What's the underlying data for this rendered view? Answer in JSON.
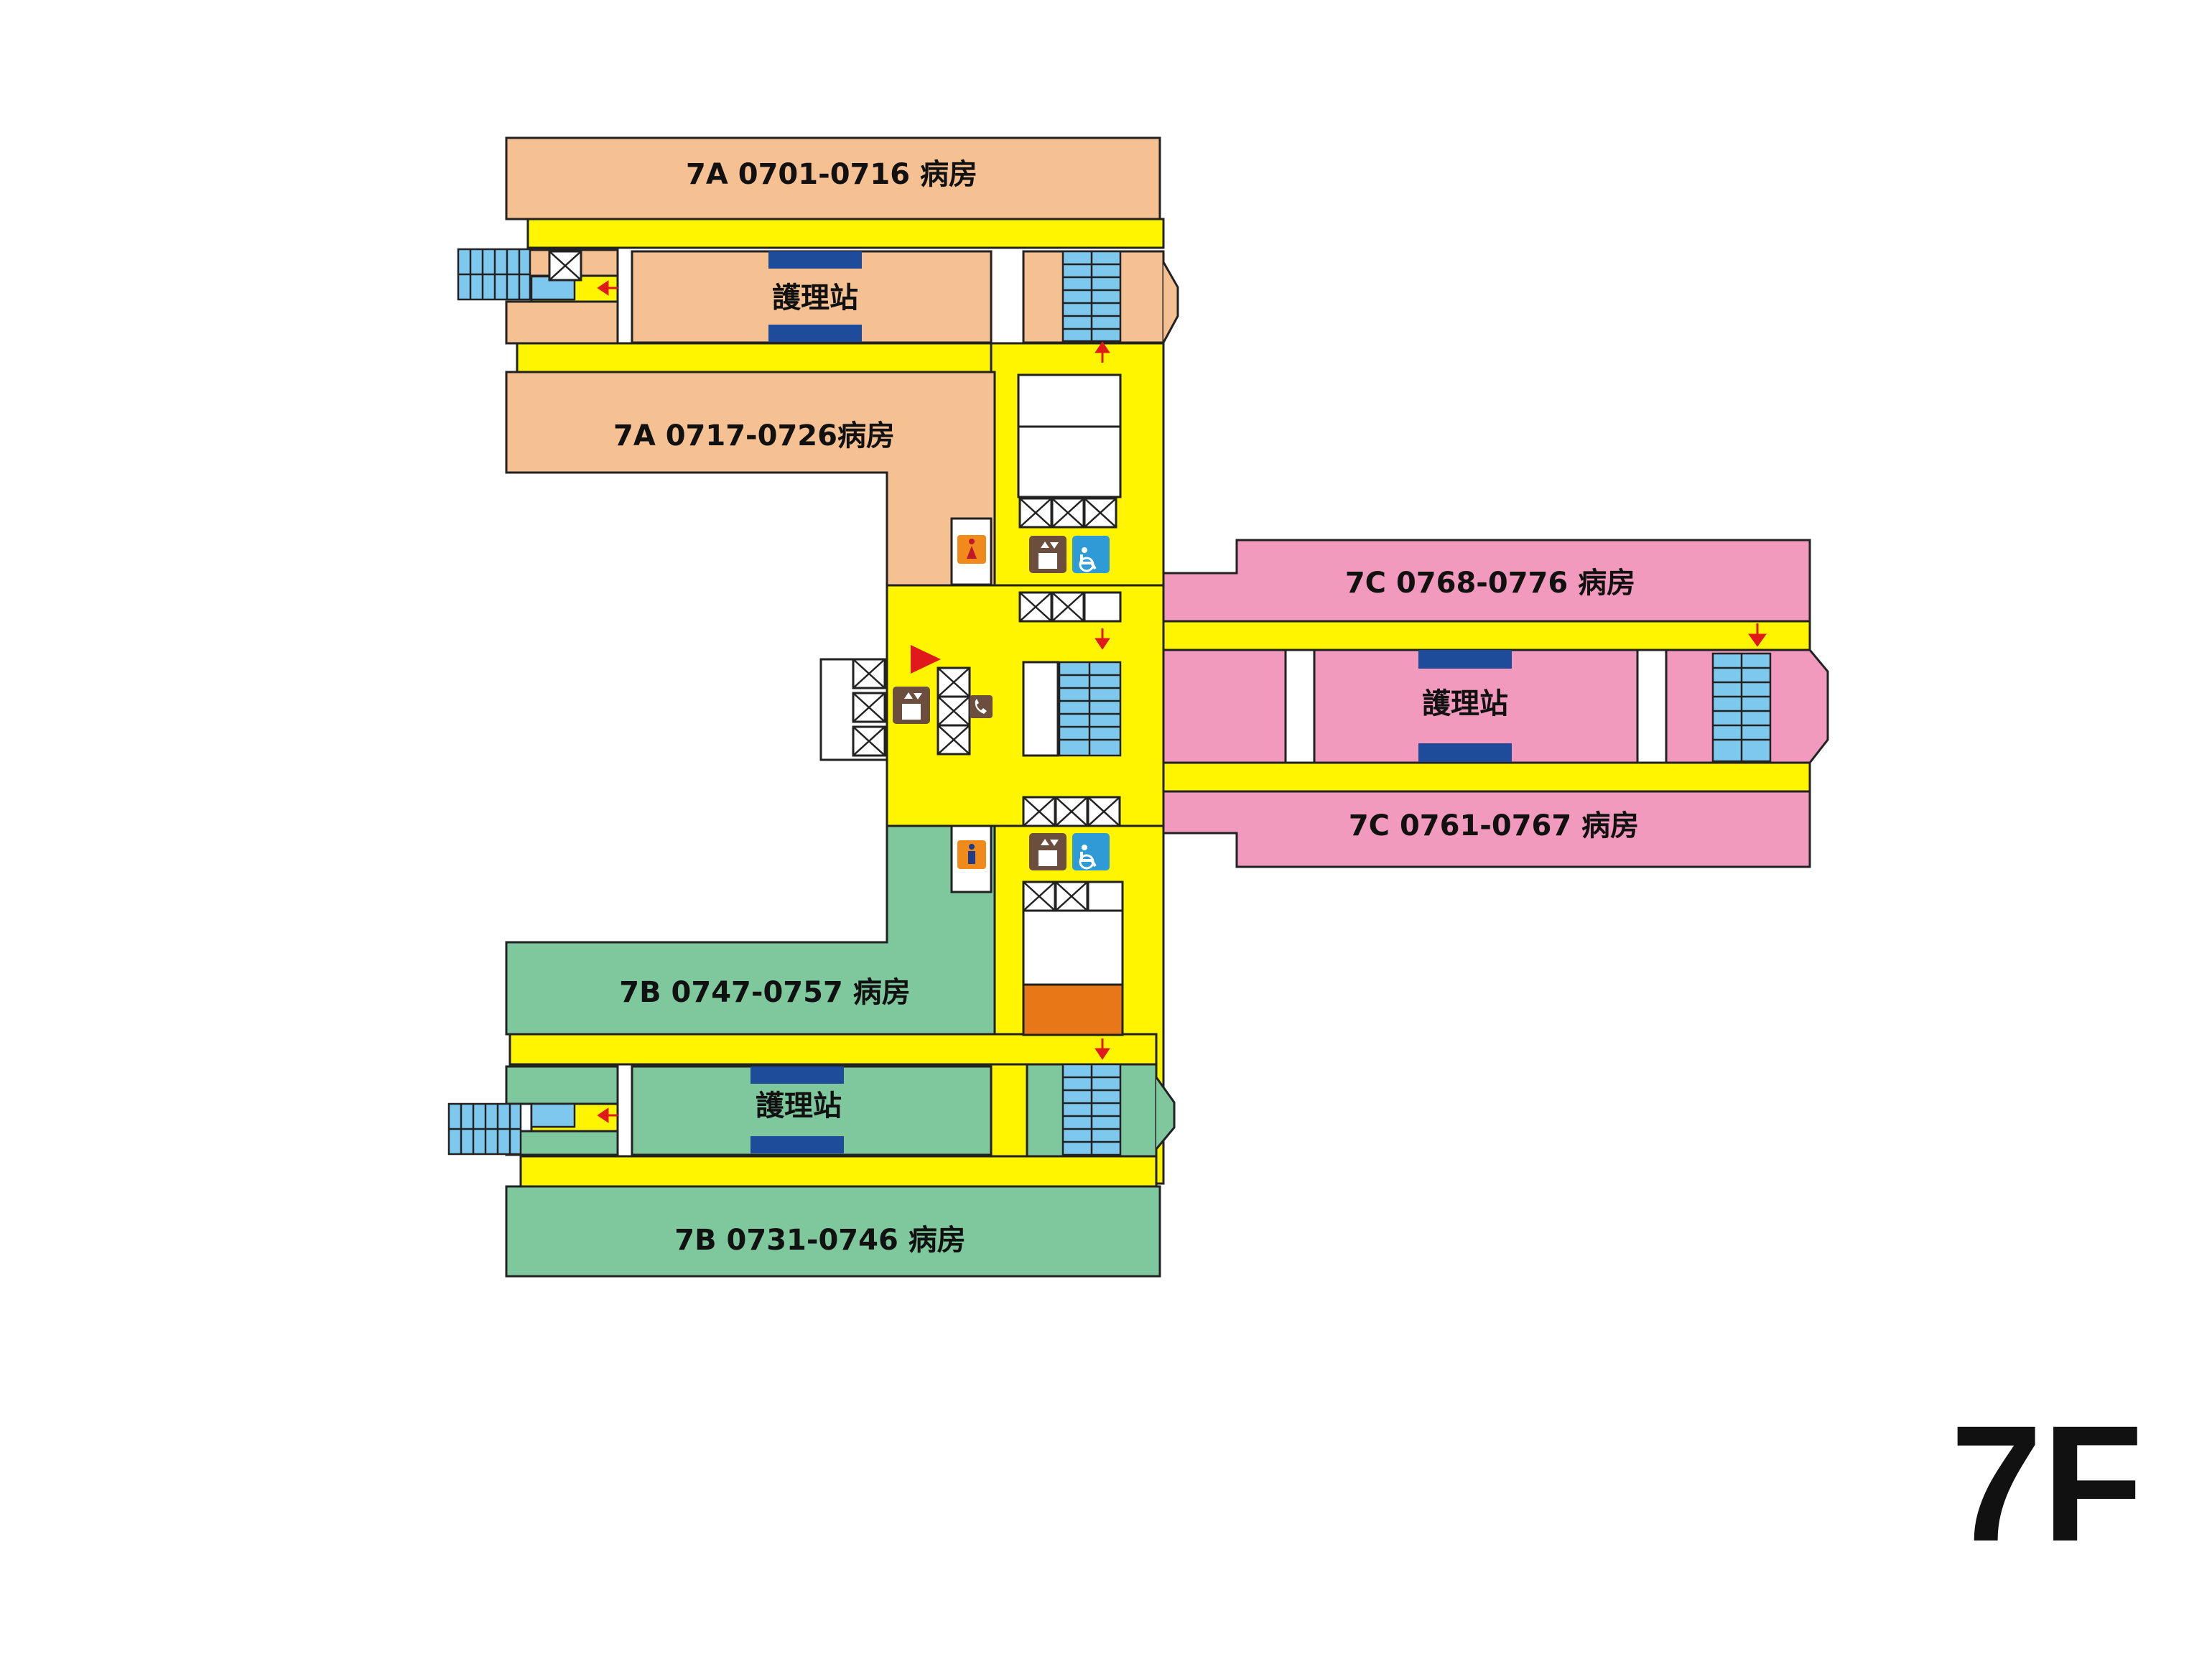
{
  "floor_label": "7F",
  "colors": {
    "corridor": "#FFF500",
    "wing_7a": "#F5C092",
    "wing_7b": "#7FC89E",
    "wing_7c": "#F29ABD",
    "nurse_bar": "#1F4C9A",
    "stair": "#7EC8EE",
    "elevator_icon": "#6B4E3D",
    "accessible_icon": "#2F9BD6",
    "toilet_female_icon": "#F08A1A",
    "toilet_male_icon": "#F08A1A",
    "arrow": "#E0191B",
    "you_are_here": "#E0191B",
    "service_room": "#E87717"
  },
  "rooms": {
    "wing_7a_top": "7A 0701-0716 病房",
    "wing_7a_mid": "7A  0717-0726病房",
    "wing_7b_mid": "7B  0747-0757 病房",
    "wing_7b_bottom": "7B  0731-0746 病房",
    "wing_7c_top": "7C  0768-0776 病房",
    "wing_7c_bottom": "7C  0761-0767 病房"
  },
  "nurse_stations": {
    "a": "護理站",
    "b": "護理站",
    "c": "護理站"
  },
  "icons": [
    "elevator-icon",
    "accessible-elevator-icon",
    "female-toilet-icon",
    "male-toilet-icon",
    "telephone-icon",
    "you-are-here-marker",
    "stairs-icon",
    "direction-arrow-icon"
  ]
}
